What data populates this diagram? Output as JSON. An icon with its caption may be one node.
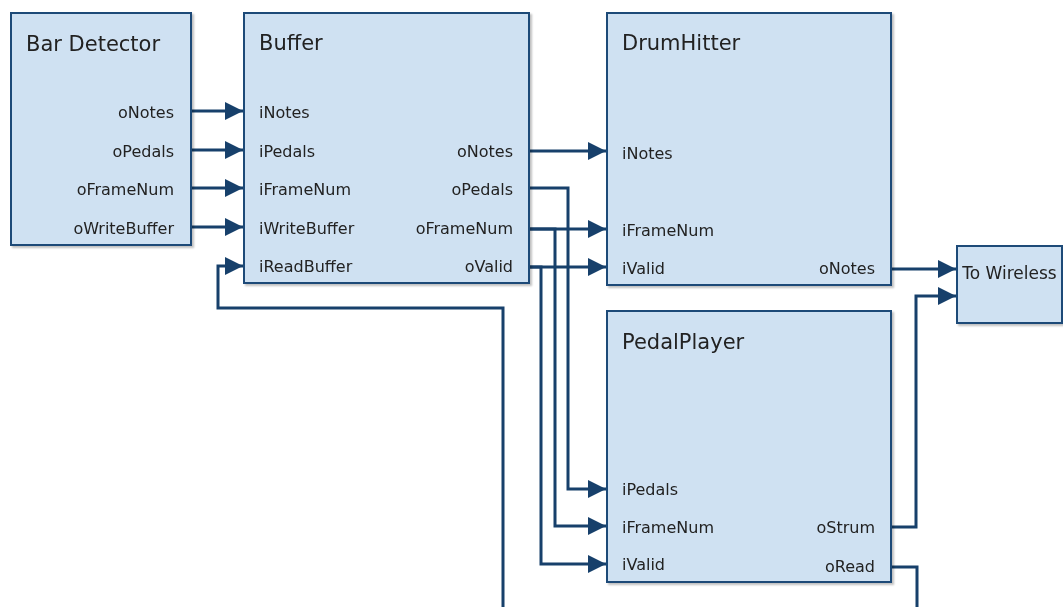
{
  "diagram": {
    "nodes": [
      {
        "text": [
          "Bar Detector",
          "oNotes",
          "oPedals",
          "oFrameNum",
          "oWriteBuffer"
        ]
      },
      {
        "text": [
          "Buffer",
          "iNotes",
          "iPedals",
          "iFrameNum",
          "iWriteBuffer",
          "iReadBuffer",
          "oNotes",
          "oPedals",
          "oFrameNum",
          "oValid"
        ]
      },
      {
        "text": [
          "DrumHitter",
          "iNotes",
          "iFrameNum",
          "iValid",
          "oNotes"
        ]
      },
      {
        "text": [
          "PedalPlayer",
          "iPedals",
          "iFrameNum",
          "iValid",
          "oStrum",
          "oRead"
        ]
      },
      {
        "text": [
          "To Wireless"
        ]
      }
    ],
    "edges": [
      {
        "from": 0,
        "to": 1,
        "arrow": "to"
      },
      {
        "from": 0,
        "to": 1,
        "arrow": "to"
      },
      {
        "from": 0,
        "to": 1,
        "arrow": "to"
      },
      {
        "from": 0,
        "to": 1,
        "arrow": "to"
      },
      {
        "from": 1,
        "to": 2,
        "arrow": "to"
      },
      {
        "from": 1,
        "to": 3,
        "arrow": "to"
      },
      {
        "from": 1,
        "to": 2,
        "arrow": "to"
      },
      {
        "from": 1,
        "to": 3,
        "arrow": "to"
      },
      {
        "from": 1,
        "to": 2,
        "arrow": "to"
      },
      {
        "from": 1,
        "to": 3,
        "arrow": "to"
      },
      {
        "from": 2,
        "to": 4,
        "arrow": "to"
      },
      {
        "from": 3,
        "to": 4,
        "arrow": "to"
      },
      {
        "from": null,
        "to": 1,
        "arrow": "to"
      },
      {
        "from": 3,
        "to": null,
        "arrow": "none"
      }
    ]
  }
}
